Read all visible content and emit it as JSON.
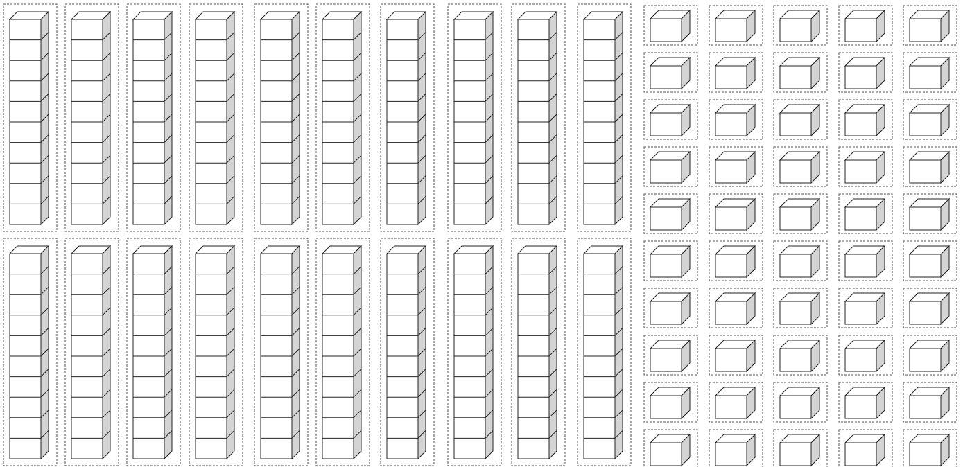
{
  "sheet": {
    "title": "",
    "tens_rods": {
      "rows": 2,
      "per_row": 10,
      "units_per_rod": 10
    },
    "unit_cubes": {
      "rows": 10,
      "per_row": 5
    },
    "colors": {
      "line": "#222222",
      "cut_line": "#555555",
      "front_face": "#ffffff",
      "top_face": "#ffffff",
      "side_face": "#d4d4d4",
      "background": "#ffffff"
    }
  }
}
